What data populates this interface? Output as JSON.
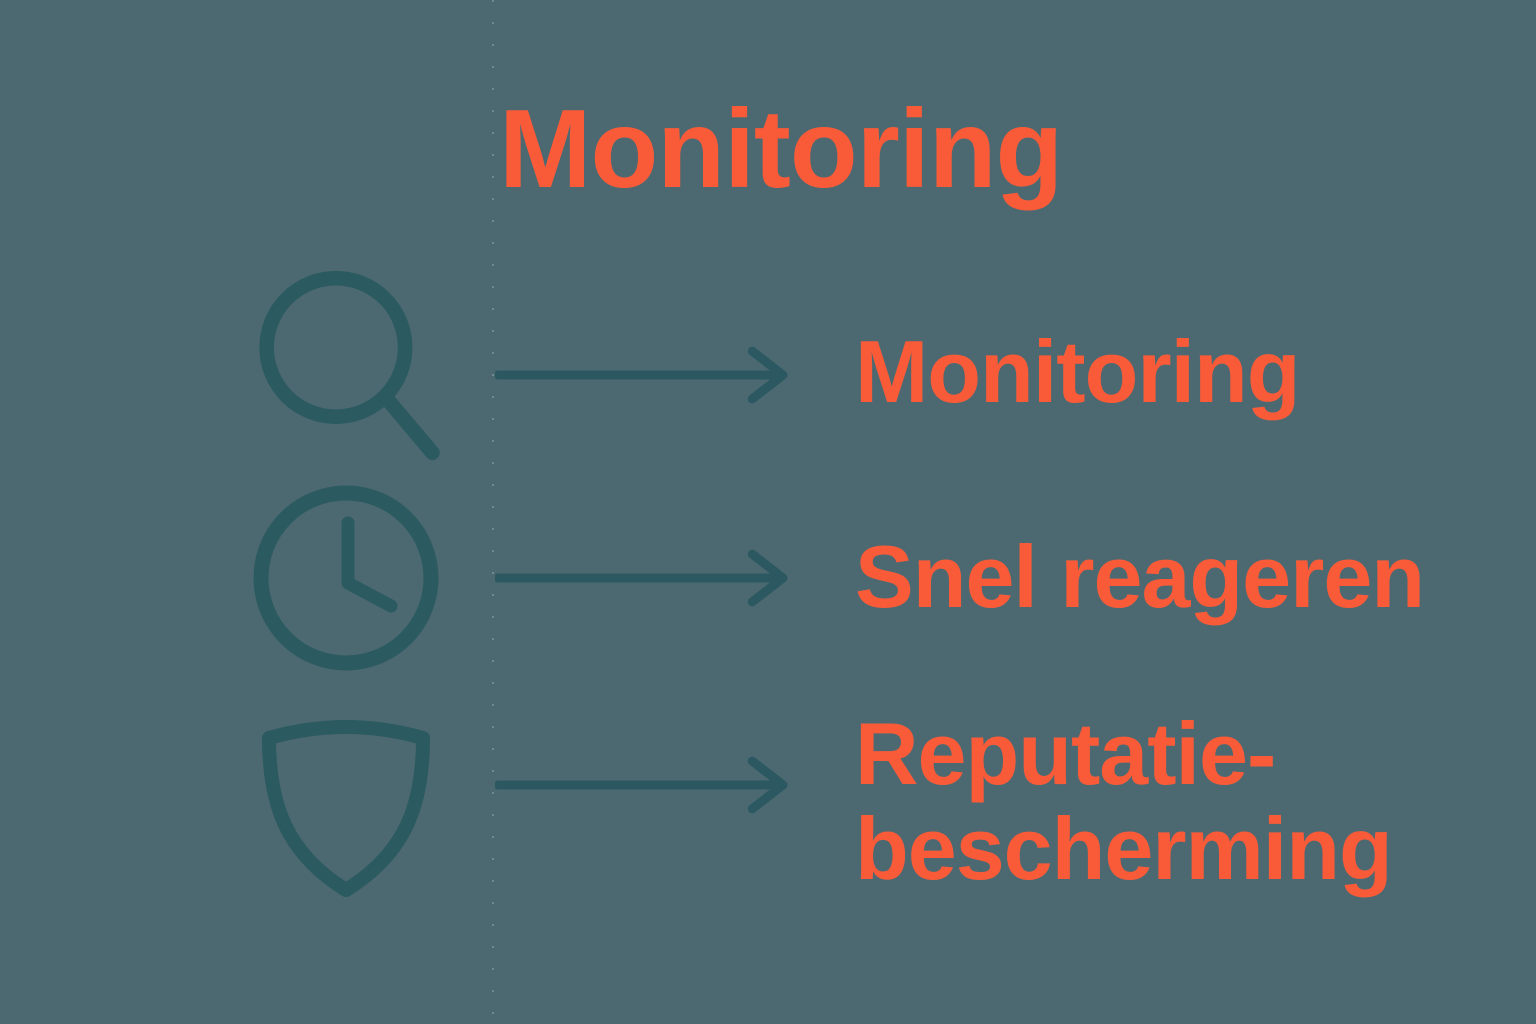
{
  "title": "Monitoring",
  "rows": [
    {
      "icon": "search-icon",
      "label": "Monitoring"
    },
    {
      "icon": "clock-icon",
      "label": "Snel reageren"
    },
    {
      "icon": "shield-icon",
      "label": "Reputatie-\nbescherming"
    }
  ],
  "colors": {
    "background": "#4c6971",
    "orange": "#f95b39",
    "teal_icon": "#2b5a60",
    "teal_arrow": "#2c5961"
  }
}
